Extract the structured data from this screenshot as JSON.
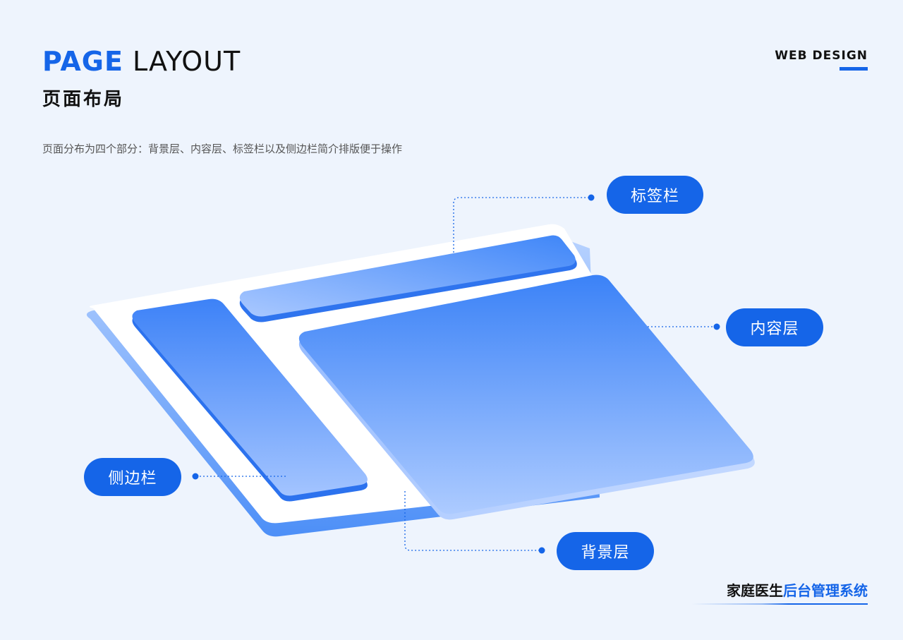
{
  "header": {
    "title_strong": "PAGE",
    "title_light": "LAYOUT",
    "subtitle": "页面布局",
    "description": "页面分布为四个部分：背景层、内容层、标签栏以及侧边栏简介排版便于操作",
    "tag": "WEB DESIGN"
  },
  "callouts": {
    "tab_bar": "标签栏",
    "content_layer": "内容层",
    "sidebar": "侧边栏",
    "background_layer": "背景层"
  },
  "footer": {
    "brand_dark": "家庭医生",
    "brand_blue": "后台管理系统"
  },
  "colors": {
    "accent": "#1565e8",
    "page_background": "#eef4fd",
    "panel_light": "#a8c8ff",
    "panel_dark": "#3d86f8"
  }
}
